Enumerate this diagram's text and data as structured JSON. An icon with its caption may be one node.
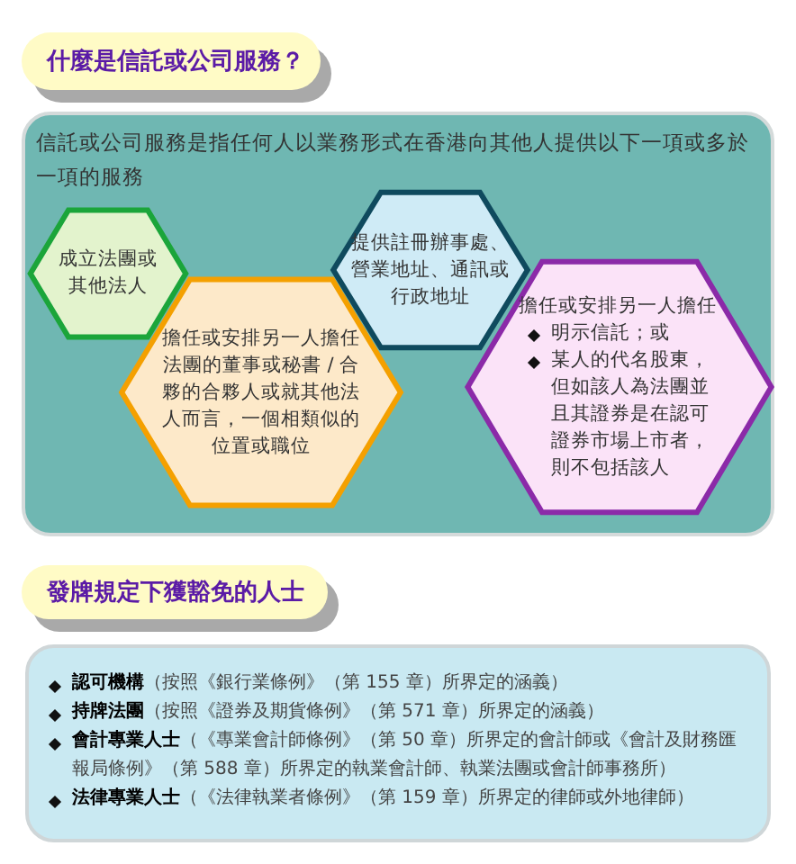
{
  "diagram": {
    "nodes": [
      {
        "text": [
          "什麼是信託或公司服務？"
        ]
      },
      {
        "text": [
          "信託或公司服務是指任何人以業務形式在香港向其他人提供以下一項或多於一項的服務"
        ]
      },
      {
        "text": [
          "成立法團或其他法人"
        ],
        "in": 1
      },
      {
        "text": [
          "擔任或安排另一人擔任法團的董事或秘書 / 合夥的合夥人或就其他法人而言，一個相類似的位置或職位"
        ],
        "in": 1
      },
      {
        "text": [
          "提供註冊辦事處、營業地址、通訊或行政地址"
        ],
        "in": 1
      },
      {
        "text": [
          "擔任或安排另一人擔任",
          "明示信託；或",
          "某人的代名股東，但如該人為法團並且其證券是在認可證券市場上市者，則不包括該人"
        ],
        "in": 1
      },
      {
        "text": [
          "發牌規定下獲豁免的人士"
        ]
      },
      {
        "text": [
          "**認可機構**（按照《銀行業條例》（第 155 章）所界定的涵義）",
          "**持牌法團**（按照《證券及期貨條例》（第 571 章）所界定的涵義）",
          "**會計專業人士**（《專業會計師條例》（第 50 章）所界定的會計師或《會計及財務匯報局條例》（第 588 章）所界定的執業會計師、執業法團或會計師事務所）",
          "**法律專業人士**（《法律執業者條例》（第 159 章）所界定的律師或外地律師）"
        ]
      }
    ],
    "edges": []
  }
}
